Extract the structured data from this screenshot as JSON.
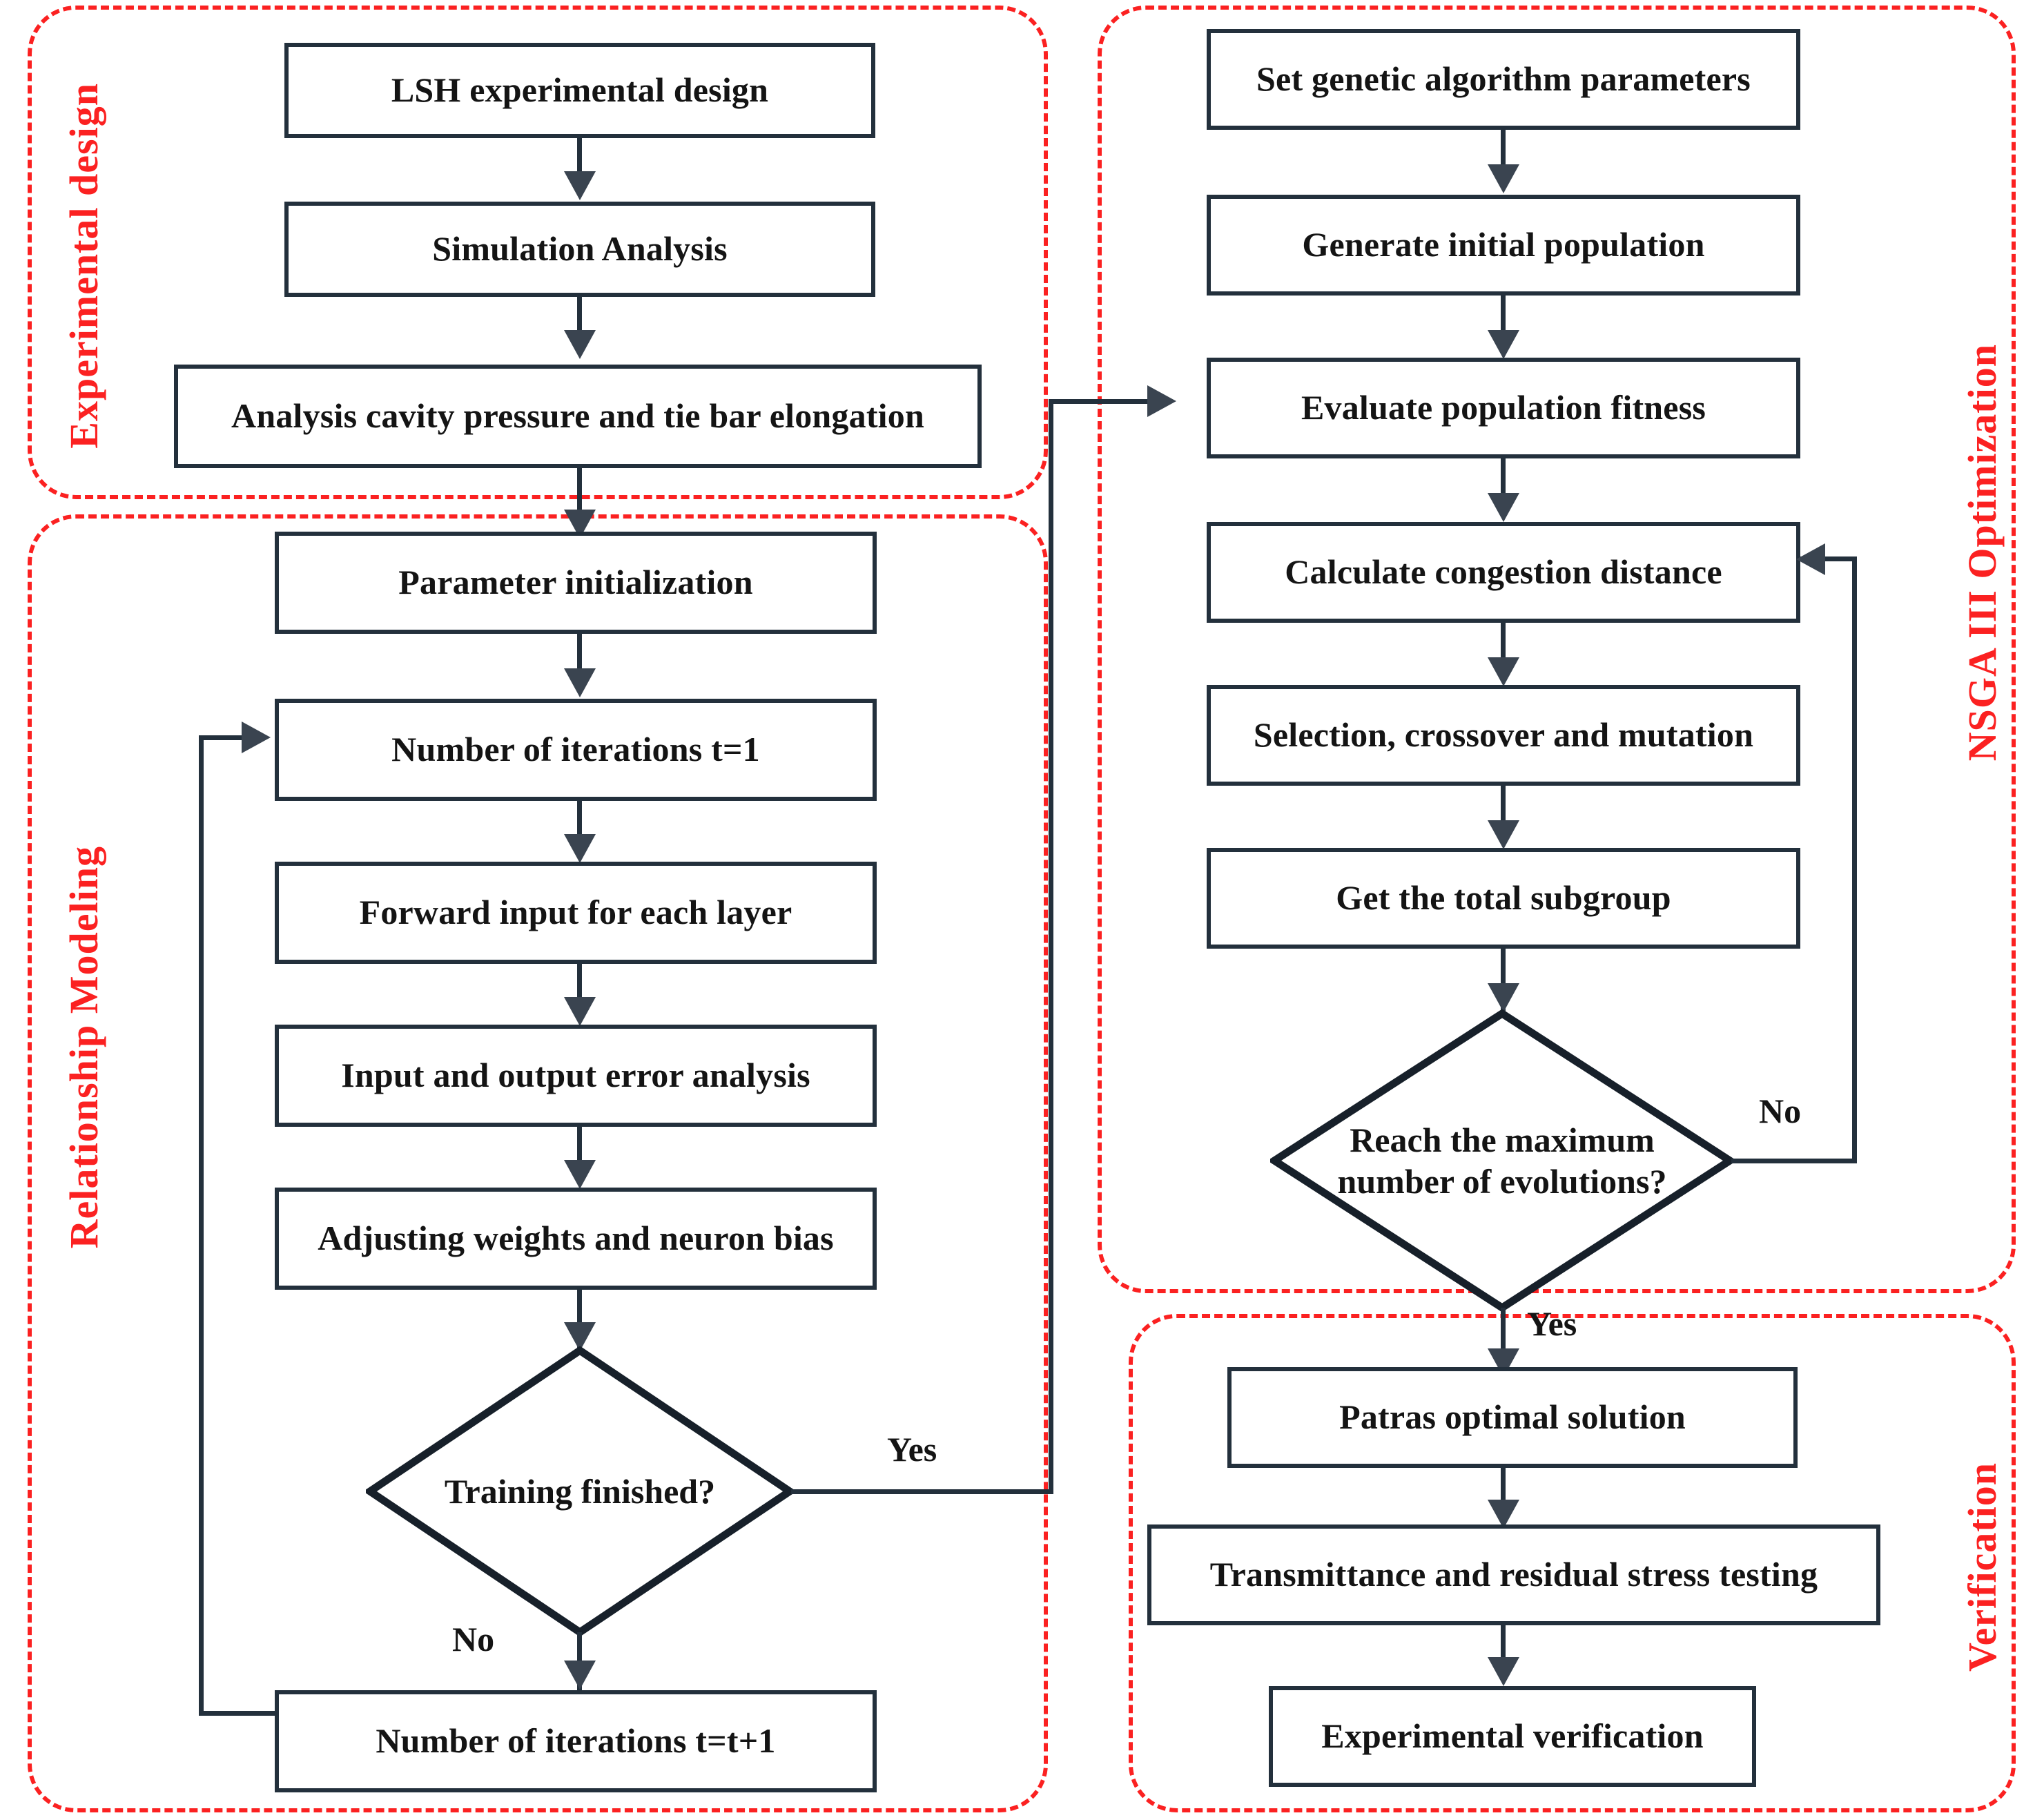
{
  "diagram": {
    "title": "Optimization workflow flowchart",
    "accent_color": "#fb2121",
    "box_border_color": "#23303c",
    "groups": [
      {
        "id": "experimental-design",
        "label": "Experimental design"
      },
      {
        "id": "relationship-modeling",
        "label": "Relationship Modeling"
      },
      {
        "id": "nsga3-optimization",
        "label": "NSGA III Optimization"
      },
      {
        "id": "verification",
        "label": "Verification"
      }
    ],
    "nodes": {
      "lsh_design": "LSH experimental design",
      "simulation_analysis": "Simulation Analysis",
      "cavity_pressure": "Analysis cavity pressure and tie bar elongation",
      "param_init": "Parameter initialization",
      "iterations_t1": "Number of iterations t=1",
      "forward_input": "Forward input for each layer",
      "error_analysis": "Input and output error analysis",
      "adjust_weights": "Adjusting weights and neuron bias",
      "training_finished": "Training finished?",
      "iterations_tp1": "Number of iterations t=t+1",
      "set_ga_params": "Set genetic algorithm parameters",
      "gen_population": "Generate initial population",
      "evaluate_fitness": "Evaluate population fitness",
      "congestion_distance": "Calculate congestion distance",
      "selection_crossover": "Selection, crossover and mutation",
      "total_subgroup": "Get the total subgroup",
      "max_evolutions": "Reach the maximum number of evolutions?",
      "patras_optimal": "Patras optimal solution",
      "transmittance": "Transmittance and residual stress testing",
      "experimental_verification": "Experimental verification"
    },
    "edge_labels": {
      "training_yes": "Yes",
      "training_no": "No",
      "evolutions_no": "No",
      "evolutions_yes": "Yes"
    }
  }
}
